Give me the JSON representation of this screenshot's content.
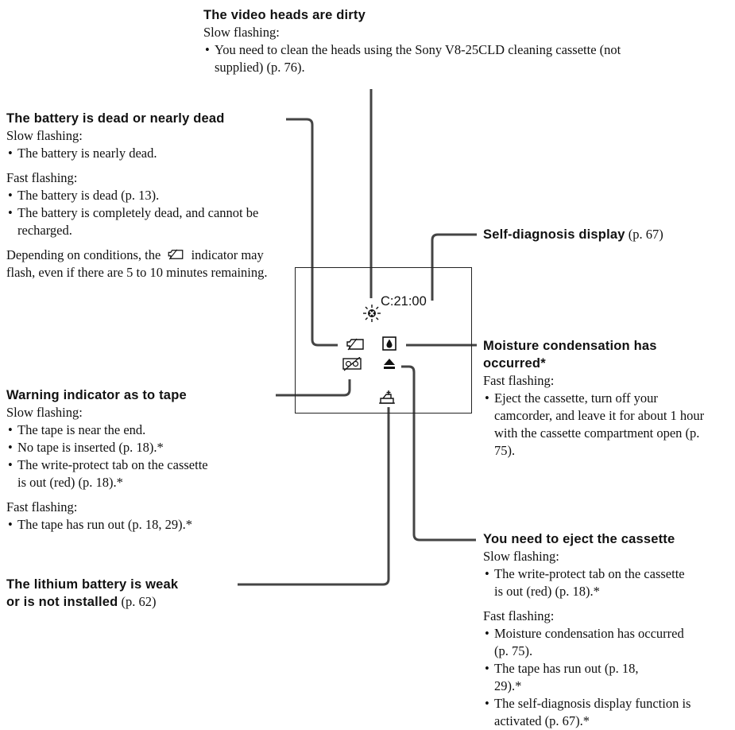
{
  "video_heads": {
    "title": "The video heads are dirty",
    "slow_label": "Slow flashing:",
    "slow_items": [
      "You need to clean the heads using the Sony V8-25CLD cleaning cassette (not supplied) (p. 76)."
    ]
  },
  "battery": {
    "title": "The battery is dead or nearly dead",
    "slow_label": "Slow flashing:",
    "slow_items": [
      "The battery is nearly dead."
    ],
    "fast_label": "Fast flashing:",
    "fast_items": [
      "The battery is dead (p. 13).",
      "The battery is completely dead, and cannot be recharged."
    ],
    "note_before_icon": "Depending on conditions, the",
    "note_after_icon": "indicator may flash, even if there are 5 to 10 minutes remaining."
  },
  "self_diagnosis": {
    "title": "Self-diagnosis display",
    "ref": "(p. 67)"
  },
  "display": {
    "code": "C:21:00"
  },
  "moisture": {
    "title_line1": "Moisture condensation has",
    "title_line2": "occurred*",
    "fast_label": "Fast flashing:",
    "fast_items": [
      "Eject the cassette, turn off your camcorder, and leave it for about 1 hour with the cassette compartment open (p. 75)."
    ]
  },
  "tape_warning": {
    "title": "Warning indicator as to tape",
    "slow_label": "Slow flashing:",
    "slow_items": [
      "The tape is near the end.",
      "No tape is inserted (p. 18).*",
      "The write-protect tab on the cassette is out (red) (p. 18).*"
    ],
    "fast_label": "Fast flashing:",
    "fast_items": [
      "The tape has run out (p. 18, 29).*"
    ]
  },
  "eject": {
    "title": "You need to eject the cassette",
    "slow_label": "Slow flashing:",
    "slow_items": [
      "The write-protect tab on the cassette is out (red) (p. 18).*"
    ],
    "fast_label": "Fast flashing:",
    "fast_items": [
      "Moisture condensation has occurred (p. 75).",
      "The tape has run out (p. 18, 29).*",
      "The self-diagnosis display function is activated (p. 67).*"
    ]
  },
  "lithium": {
    "title_line1": "The lithium battery is weak",
    "title_line2": "or is not installed",
    "ref": "(p. 62)"
  },
  "icons": {
    "heads": "video-heads-dirty-icon",
    "battery": "battery-empty-icon",
    "moisture": "moisture-condensation-icon",
    "tape": "tape-warning-icon",
    "eject": "eject-icon",
    "lithium": "lithium-battery-icon"
  },
  "colors": {
    "ink": "#111111",
    "background": "#ffffff"
  }
}
